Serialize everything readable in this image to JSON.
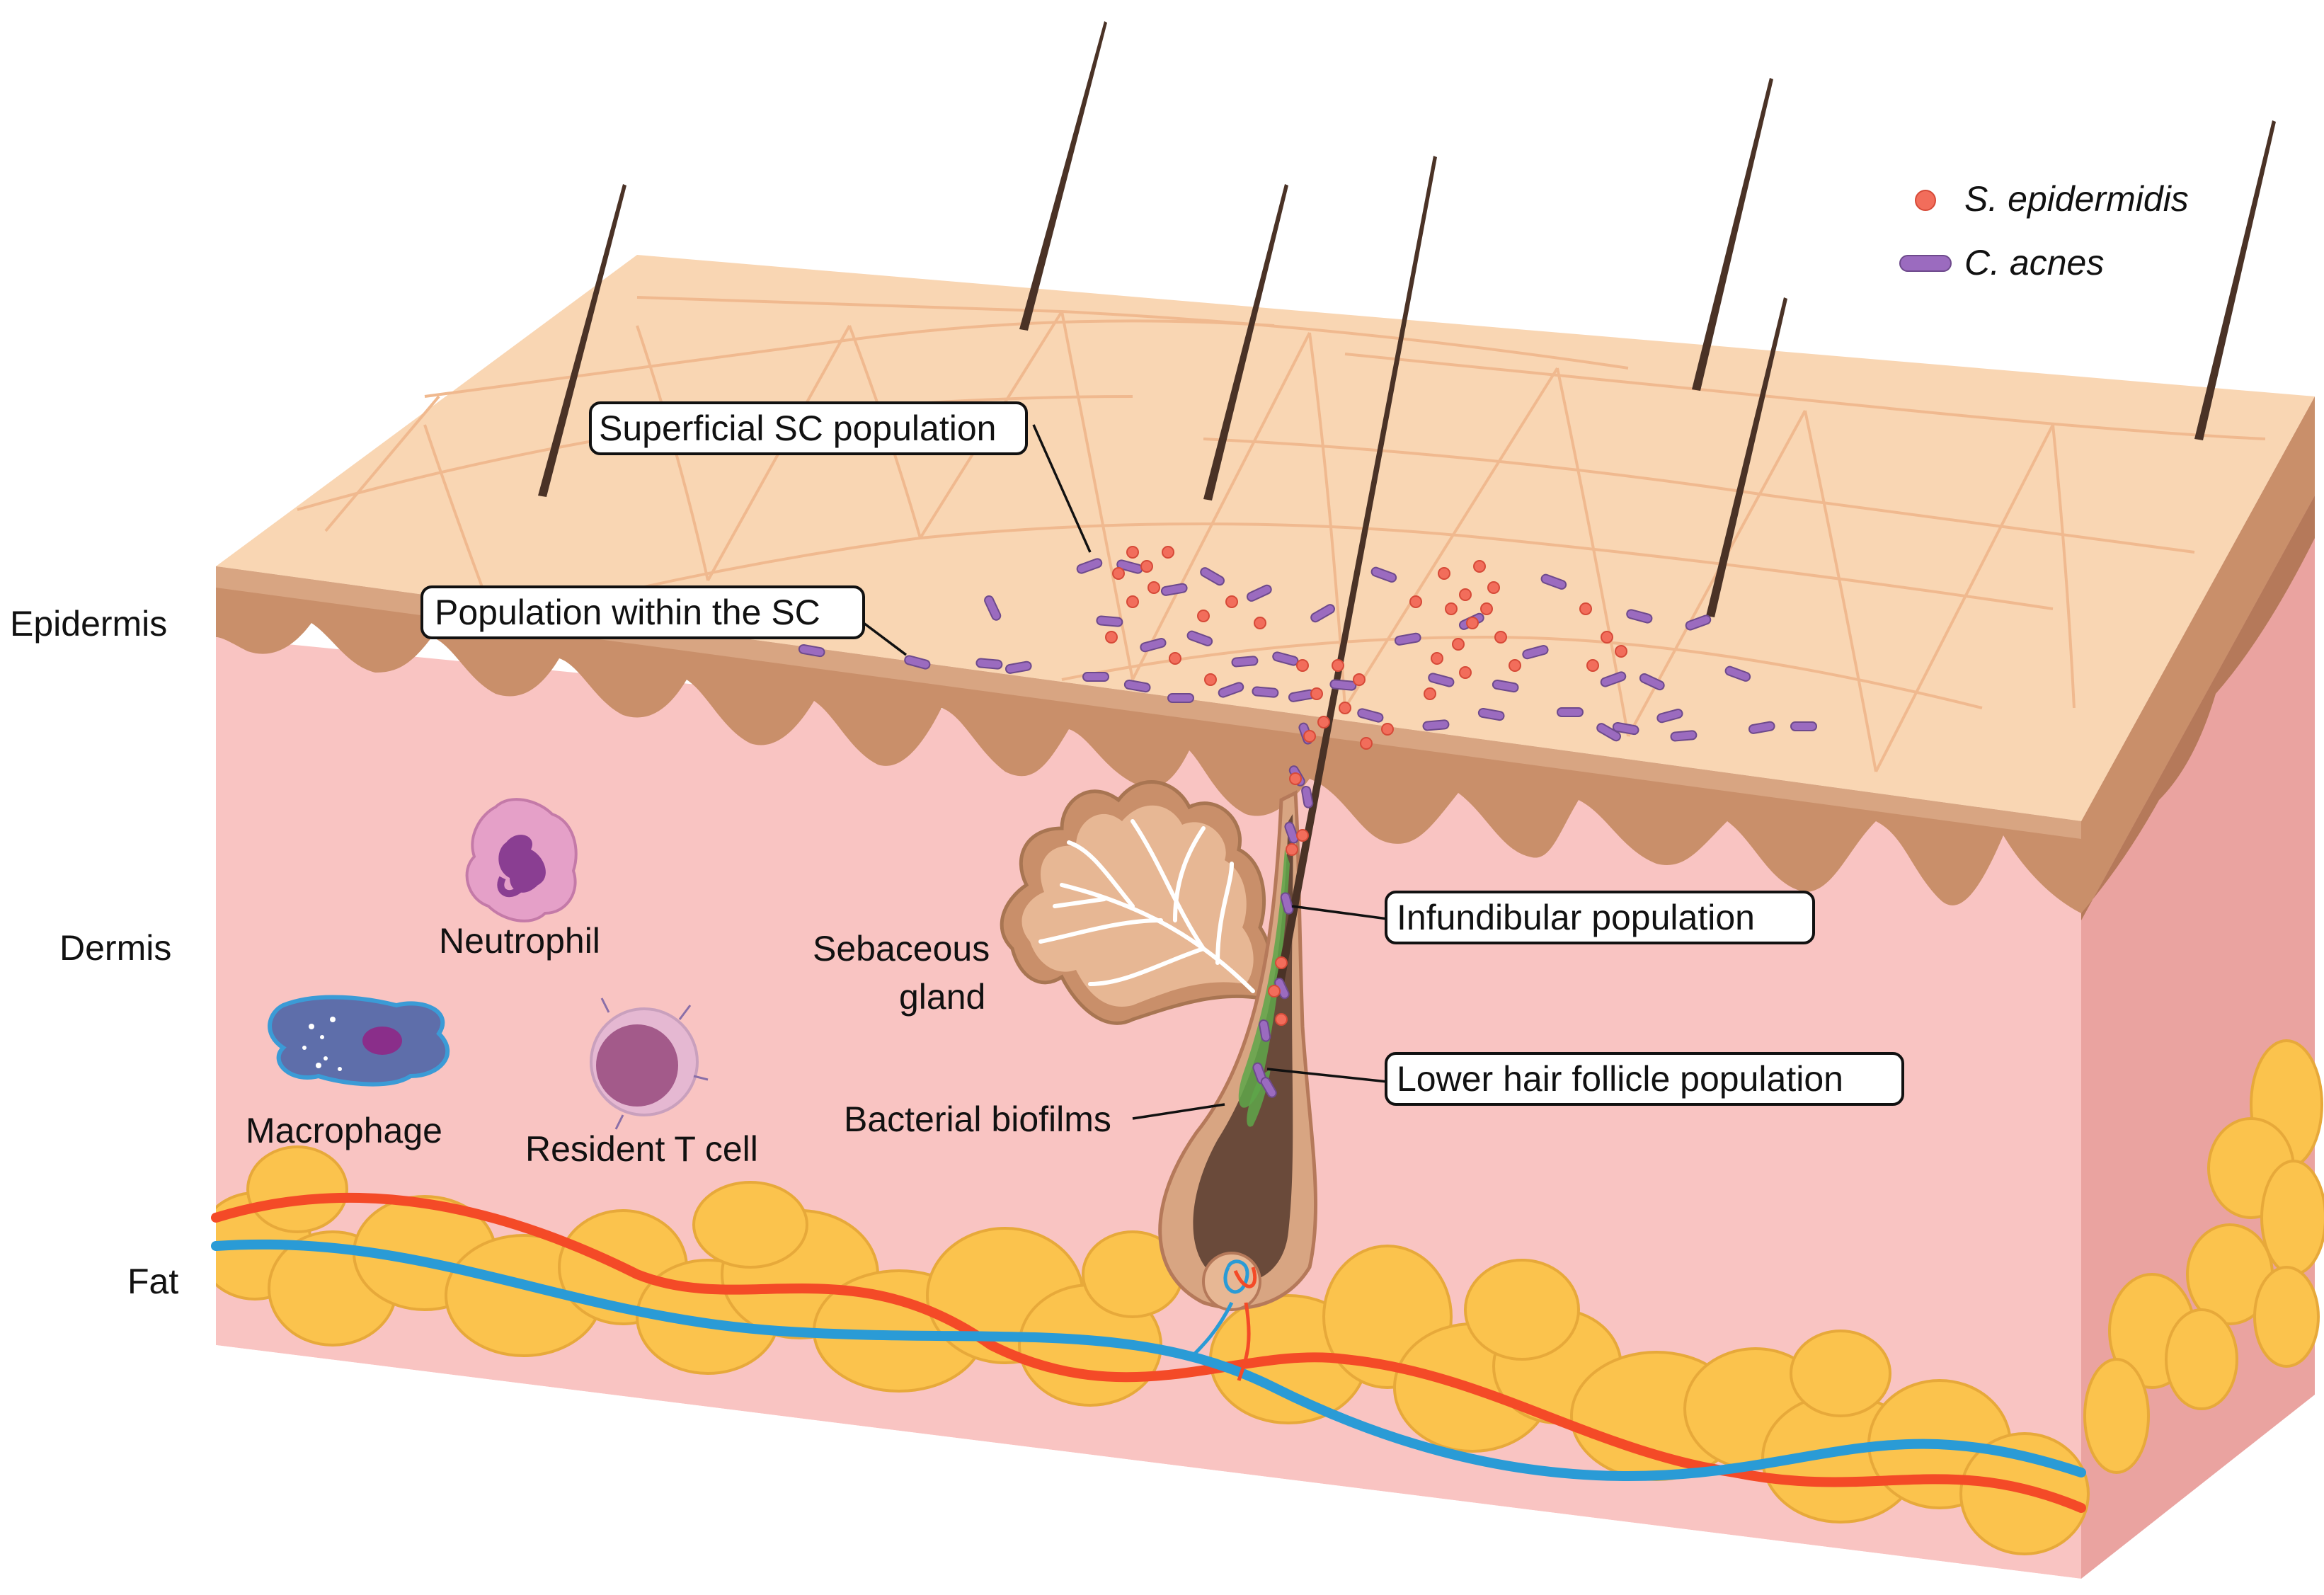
{
  "legend": {
    "s_epidermidis": {
      "label": "S. epidermidis",
      "color": "#f26d5b"
    },
    "c_acnes": {
      "label": "C. acnes",
      "color": "#9b6bbf"
    }
  },
  "layers": {
    "epidermis": "Epidermis",
    "dermis": "Dermis",
    "fat": "Fat"
  },
  "cells": {
    "neutrophil": "Neutrophil",
    "macrophage": "Macrophage",
    "t_cell": "Resident T cell"
  },
  "structures": {
    "sebaceous_line1": "Sebaceous",
    "sebaceous_line2": "gland",
    "biofilms": "Bacterial biofilms"
  },
  "populations": {
    "superficial": "Superficial SC population",
    "within_sc": "Population within the SC",
    "infundibular": "Infundibular population",
    "lower_follicle": "Lower hair follicle population"
  },
  "colors": {
    "surface": "#f9d6b3",
    "epidermis": "#c98f6a",
    "dermis": "#f9c4c2",
    "fat": "#fbc34d",
    "artery": "#f44a27",
    "vein": "#2a9bd6",
    "hair": "#4a3226"
  }
}
